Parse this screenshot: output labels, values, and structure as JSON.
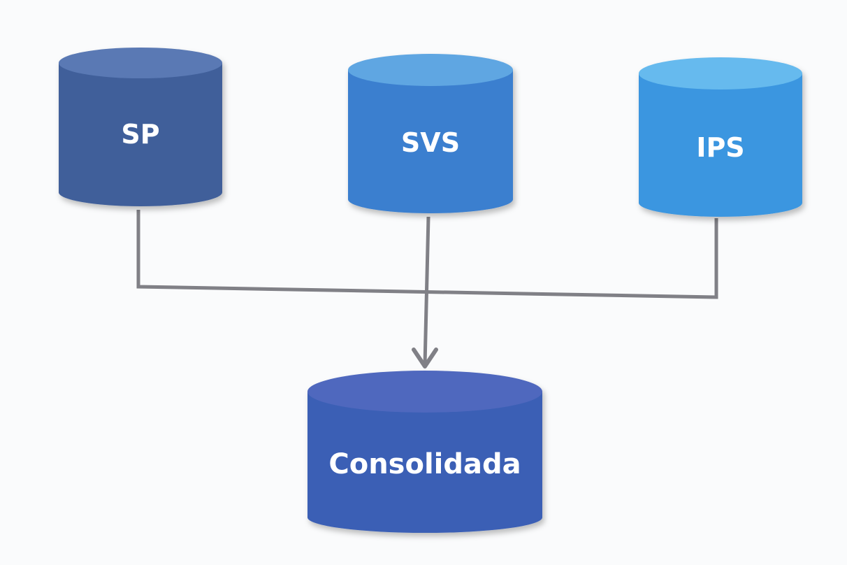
{
  "databases": {
    "sp": {
      "label": "SP",
      "color": "#3f5f9a",
      "top_color": "#5a79b4"
    },
    "svs": {
      "label": "SVS",
      "color": "#3a7fcf",
      "top_color": "#5fa6e2"
    },
    "ips": {
      "label": "IPS",
      "color": "#3a96e0",
      "top_color": "#66baee"
    },
    "consolidada": {
      "label": "Consolidada",
      "color": "#3a5fb5",
      "top_color": "#4f68be"
    }
  },
  "connector_color": "#808086"
}
